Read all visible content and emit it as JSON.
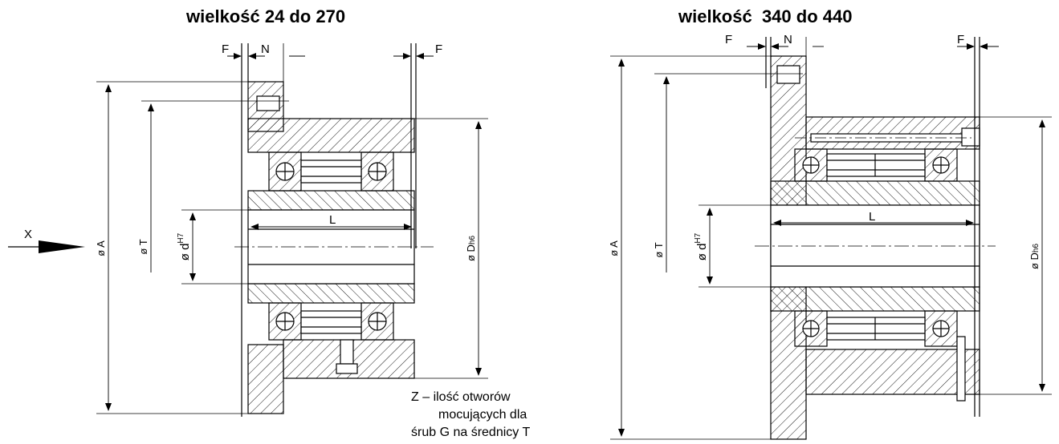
{
  "titles": {
    "left": "wielkość 24 do 270",
    "right": "wielkość  340 do 440"
  },
  "labels": {
    "F": "F",
    "N": "N",
    "L": "L",
    "X": "X",
    "dia_A": "ø A",
    "dia_T": "ø T",
    "dia_d": "ø d",
    "d_tol": "H7",
    "dia_D": "ø D",
    "D_tol": "h6"
  },
  "note": {
    "line1": "Z – ilość otworów",
    "line2": "mocujących dla",
    "line3": "śrub G na średnicy T"
  },
  "colors": {
    "line": "#000000",
    "background": "#ffffff"
  }
}
